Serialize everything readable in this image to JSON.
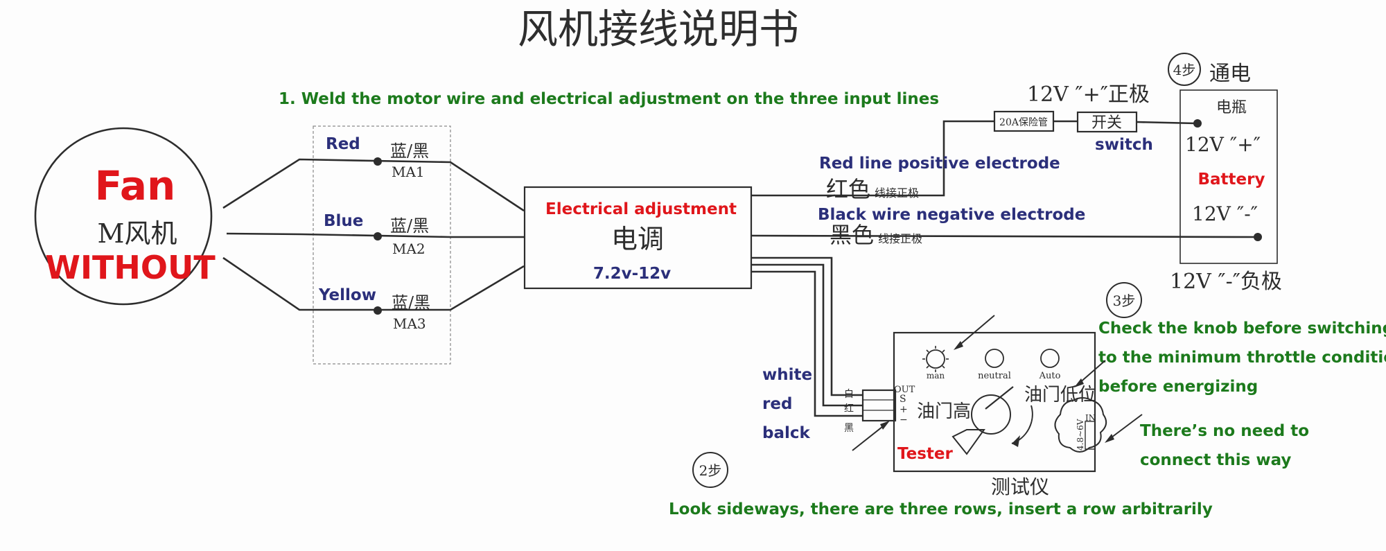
{
  "title": "风机接线说明书",
  "step1_instruction": "1. Weld the motor wire and electrical adjustment on the three input lines",
  "fan": {
    "label_en": "Fan",
    "label_cn": "M风机",
    "label_without": "WITHOUT"
  },
  "motor_wires": [
    {
      "color_en": "Red",
      "color_cn": "蓝/黑",
      "code": "MA1"
    },
    {
      "color_en": "Blue",
      "color_cn": "蓝/黑",
      "code": "MA2"
    },
    {
      "color_en": "Yellow",
      "color_cn": "蓝/黑",
      "code": "MA3"
    }
  ],
  "esc": {
    "label_en": "Electrical adjustment",
    "label_cn": "电调",
    "voltage": "7.2v-12v"
  },
  "red_line": {
    "label_en": "Red line positive electrode",
    "label_cn_main": "红色",
    "label_cn_small": "线接正极"
  },
  "black_line": {
    "label_en": "Black wire negative electrode",
    "label_cn_main": "黑色",
    "label_cn_small": "线接正极"
  },
  "fuse": "20A保险管",
  "switch": {
    "label_cn": "开关",
    "label_en": "switch"
  },
  "positive_label": "12V ″+″正极",
  "step4": {
    "marker": "4步",
    "text": "通电"
  },
  "battery": {
    "label_cn": "电瓶",
    "positive": "12V ″+″",
    "label_en": "Battery",
    "negative": "12V ″-″"
  },
  "negative_label": "12V ″-″负极",
  "step3": {
    "marker": "3步",
    "lines": [
      "Check the knob before switching on",
      "to the minimum throttle condition",
      "before energizing"
    ]
  },
  "tester_wires": {
    "white": "white",
    "red": "red",
    "black": "balck"
  },
  "tester": {
    "label_en": "Tester",
    "label_cn": "测试仪",
    "man": "man",
    "neutral": "neutral",
    "auto": "Auto",
    "throttle_high": "油门高",
    "throttle_low": "油门低位",
    "out": "OUT",
    "s": "S",
    "plus": "+",
    "minus": "−",
    "pin_white": "白",
    "pin_red": "红",
    "pin_black": "黑",
    "in": "IN",
    "in_voltage": "4.8~6V"
  },
  "no_need": [
    "There’s no need to",
    "connect this way"
  ],
  "step2": {
    "marker": "2步",
    "text": "Look sideways, there are three rows, insert a row arbitrarily"
  }
}
